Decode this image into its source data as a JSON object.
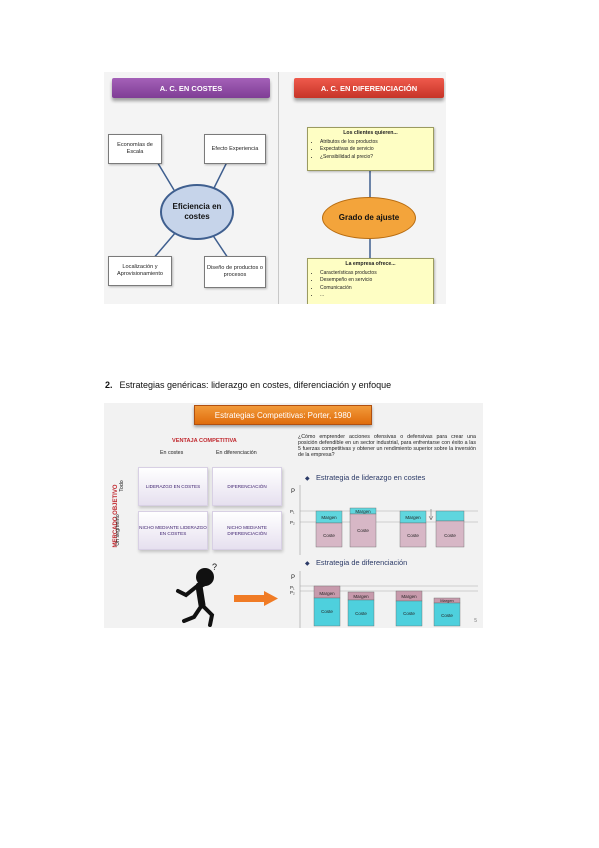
{
  "figure1": {
    "left_banner": "A. C. EN COSTES",
    "right_banner": "A. C. EN DIFERENCIACIÓN",
    "center_node": "Eficiencia en costes",
    "boxes": {
      "economias": "Economías de Escala",
      "efecto": "Efecto Experiencia",
      "localizacion": "Localización y Aprovisionamiento",
      "diseno": "Diseño de productos o procesos"
    },
    "clientes": {
      "title": "Los clientes quieren...",
      "items": [
        "Atributos de los productos",
        "Expectativas de servicio",
        "¿Sensibilidad al precio?"
      ]
    },
    "grado": "Grado de ajuste",
    "empresa": {
      "title": "La empresa ofrece...",
      "items": [
        "Características productos",
        "Desempeño en servicio",
        "Comunicación",
        "..."
      ]
    }
  },
  "section": {
    "number": "2.",
    "title": "Estrategias genéricas: liderazgo en costes, diferenciación y enfoque"
  },
  "figure2": {
    "title": "Estrategias Competitivas: Porter, 1980",
    "ventaja": "VENTAJA COMPETITIVA",
    "col_costes": "En costes",
    "col_diferenciacion": "En diferenciación",
    "mercado": "MERCADO OBJETIVO",
    "row_todo": "Todo",
    "row_segmento": "Un segmento",
    "cells": {
      "liderazgo": "LIDERAZGO EN COSTES",
      "diferenciacion": "DIFERENCIACIÓN",
      "nicho_costes": "NICHO MEDIANTE LIDERAZGO EN COSTES",
      "nicho_dif": "NICHO MEDIANTE DIFERENCIACIÓN"
    },
    "question": "¿Cómo emprender acciones ofensivas o defensivas para crear una posición defendible en un sector industrial, para enfrentarse con éxito a las 5 fuerzas competitivas y obtener un rendimiento superior sobre la inversión de la empresa?",
    "bullet": "◆",
    "strategy1": "Estrategia de liderazgo en costes",
    "strategy2": "Estrategia de diferenciación",
    "p": "P",
    "p1": "P₁",
    "p2": "P₂",
    "margen": "Margen",
    "coste": "Coste",
    "page_number": "5",
    "colors": {
      "margen_teal": "#5fd6de",
      "coste_pink": "#d7b7c6",
      "margen_pink": "#c79aac",
      "coste_teal": "#4ed0dd",
      "arrow": "#f07b25"
    }
  }
}
